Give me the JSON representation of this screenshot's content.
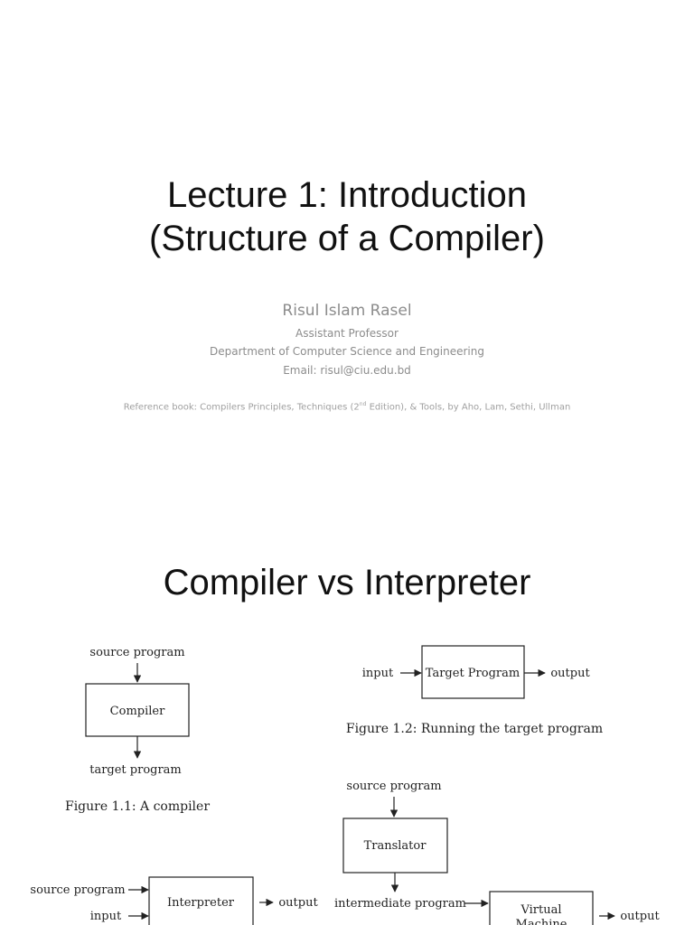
{
  "slide1": {
    "title_line1": "Lecture 1: Introduction",
    "title_line2": "(Structure of a Compiler)",
    "author": "Risul Islam Rasel",
    "role": "Assistant Professor",
    "department": "Department of Computer Science and Engineering",
    "email": "Email: risul@ciu.edu.bd",
    "reference_prefix": "Reference book: Compilers Principles, Techniques (2",
    "reference_sup": "nd",
    "reference_suffix": " Edition), & Tools, by Aho, Lam, Sethi, Ullman"
  },
  "slide2": {
    "title": "Compiler vs Interpreter",
    "fig1": {
      "input_label": "source program",
      "box_label": "Compiler",
      "output_label": "target program",
      "caption": "Figure 1.1: A compiler"
    },
    "fig2": {
      "input_label": "input",
      "box_label": "Target Program",
      "output_label": "output",
      "caption": "Figure 1.2: Running the target program"
    },
    "fig3": {
      "input1_label": "source program",
      "input2_label": "input",
      "box_label": "Interpreter",
      "output_label": "output"
    },
    "fig4": {
      "input_label": "source program",
      "translator_label": "Translator",
      "intermediate_label": "intermediate program",
      "vm_label_line1": "Virtual",
      "vm_label_line2": "Machine",
      "output_label": "output"
    }
  }
}
